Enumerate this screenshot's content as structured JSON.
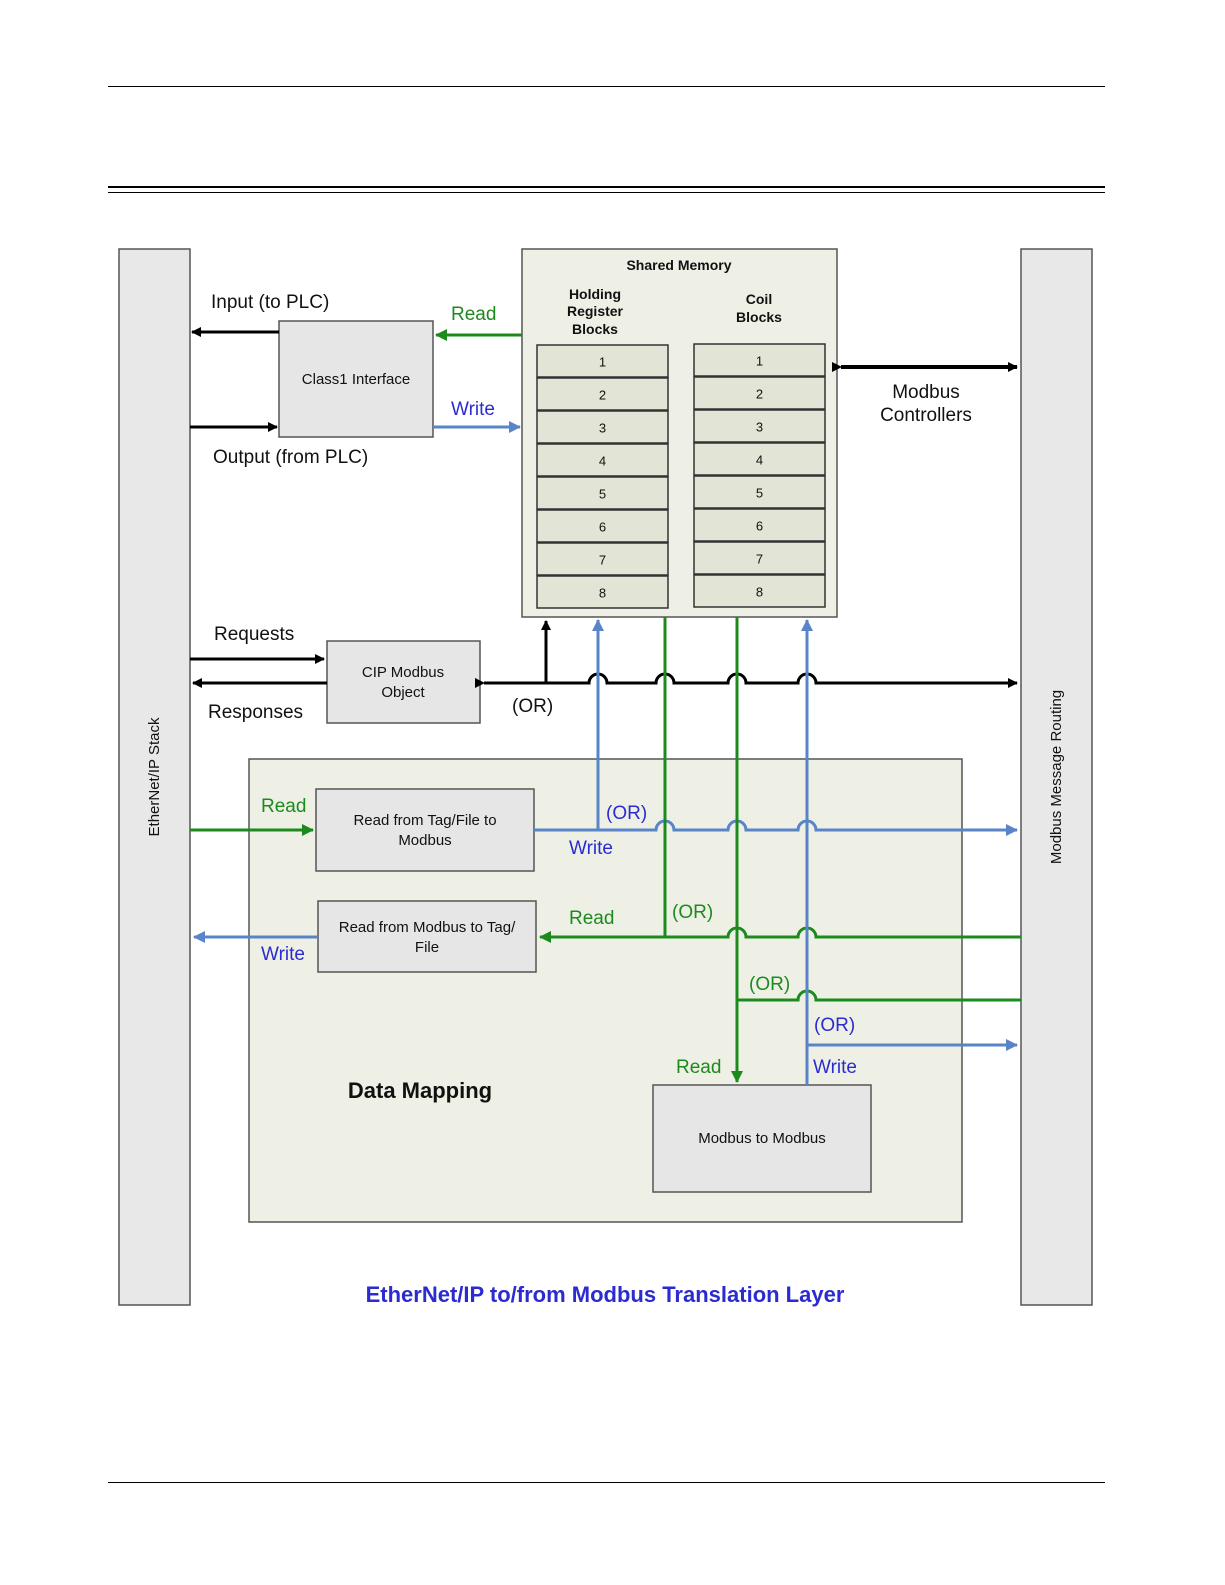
{
  "colors": {
    "green": "#1d8a1d",
    "blue": "#5a84c8",
    "blue_text": "#2b2bd0",
    "black": "#000000",
    "panel_fill": "#eef0e6",
    "box_fill": "#e6e6e6",
    "column_fill": "#e8e8e8"
  },
  "columns": {
    "left": "EtherNet/IP Stack",
    "right": "Modbus Message Routing"
  },
  "shared_memory": {
    "title": "Shared Memory",
    "holding_header": [
      "Holding",
      "Register",
      "Blocks"
    ],
    "coil_header": [
      "Coil",
      "Blocks"
    ],
    "holding_blocks": [
      "1",
      "2",
      "3",
      "4",
      "5",
      "6",
      "7",
      "8"
    ],
    "coil_blocks": [
      "1",
      "2",
      "3",
      "4",
      "5",
      "6",
      "7",
      "8"
    ]
  },
  "class1": {
    "box": "Class1 Interface",
    "input_label": "Input (to PLC)",
    "output_label": "Output (from PLC)",
    "read": "Read",
    "write": "Write"
  },
  "modbus_controllers": [
    "Modbus",
    "Controllers"
  ],
  "cip": {
    "box": [
      "CIP Modbus",
      "Object"
    ],
    "requests": "Requests",
    "responses": "Responses",
    "or": "(OR)"
  },
  "data_mapping": {
    "title": "Data Mapping",
    "tag_to_modbus": {
      "box": [
        "Read from Tag/File to",
        "Modbus"
      ],
      "read": "Read",
      "write": "Write",
      "or": "(OR)"
    },
    "modbus_to_tag": {
      "box": [
        "Read from Modbus to Tag/",
        "File"
      ],
      "read": "Read",
      "write": "Write",
      "or": "(OR)"
    },
    "modbus_to_modbus": {
      "box": "Modbus to Modbus",
      "read": "Read",
      "write": "Write",
      "or_green": "(OR)",
      "or_blue": "(OR)"
    }
  },
  "caption": "EtherNet/IP to/from Modbus Translation Layer"
}
